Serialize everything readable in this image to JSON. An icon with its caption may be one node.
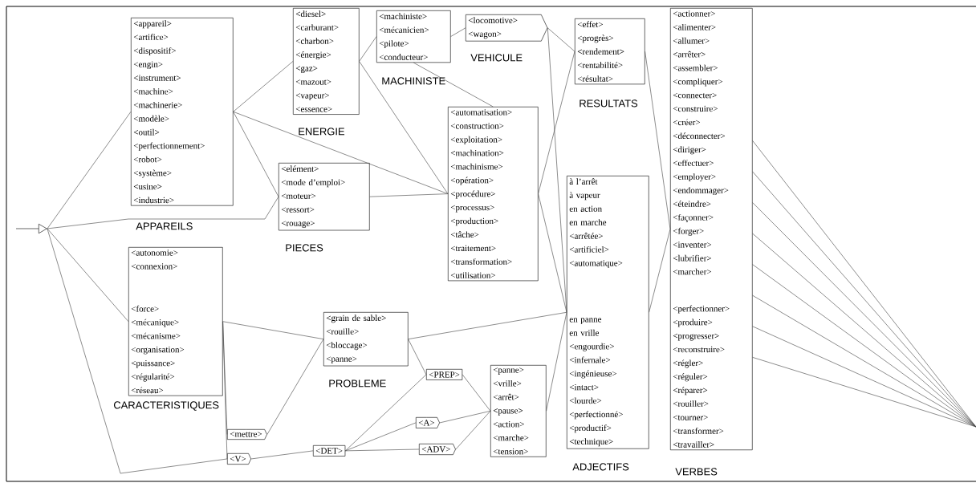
{
  "diagram": {
    "nodes": [
      {
        "text": [],
        "shape": "triangle"
      },
      {
        "text": [
          "<appareil>",
          "<artifice>",
          "<dispositif>",
          "<engin>",
          "<instrument>",
          "<machine>",
          "<machinerie>",
          "<modèle>",
          "<outil>",
          "<perfectionnement>",
          "<robot>",
          "<système>",
          "<usine>",
          "<industrie>"
        ],
        "beside": [
          "APPAREILS"
        ]
      },
      {
        "text": [
          "<diesel>",
          "<carburant>",
          "<charbon>",
          "<énergie>",
          "<gaz>",
          "<mazout>",
          "<vapeur>",
          "<essence>"
        ],
        "beside": [
          "ENERGIE"
        ]
      },
      {
        "text": [
          "<machiniste>",
          "<mécanicien>",
          "<pilote>",
          "<conducteur>"
        ],
        "beside": [
          "MACHINISTE"
        ]
      },
      {
        "text": [
          "<locomotive>",
          "<wagon>"
        ],
        "beside": [
          "VEHICULE"
        ]
      },
      {
        "text": [
          "<effet>",
          "<progrès>",
          "<rendement>",
          "<rentabilité>",
          "<résultat>"
        ],
        "beside": [
          "RESULTATS"
        ]
      },
      {
        "text": [
          "<actionner>",
          "<alimenter>",
          "<allumer>",
          "<arrêter>",
          "<assembler>",
          "<compliquer>",
          "<connecter>",
          "<construire>",
          "<créer>",
          "<déconnecter>",
          "<diriger>",
          "<effectuer>",
          "<employer>",
          "<endommager>",
          "<éteindre>",
          "<façonner>",
          "<forger>",
          "<inventer>",
          "<lubrifier>",
          "<marcher>",
          "<perfectionner>",
          "<produire>",
          "<progresser>",
          "<reconstruire>",
          "<régler>",
          "<réguler>",
          "<réparer>",
          "<rouiller>",
          "<tourner>",
          "<transformer>",
          "<travailler>"
        ],
        "beside": [
          "VERBES"
        ]
      },
      {
        "text": [
          "<automatisation>",
          "<construction>",
          "<exploitation>",
          "<machination>",
          "<machinisme>",
          "<opération>",
          "<procédure>",
          "<processus>",
          "<production>",
          "<tâche>",
          "<traitement>",
          "<transformation>",
          "<utilisation>"
        ]
      },
      {
        "text": [
          "à l’arrêt",
          "à vapeur",
          "en action",
          "en marche",
          "<arrêtée>",
          "<artificiel>",
          "<automatique>",
          "en panne",
          "en vrille",
          "<engourdie>",
          "<infernale>",
          "<ingénieuse>",
          "<intact>",
          "<lourde>",
          "<perfectionné>",
          "<productif>",
          "<technique>"
        ],
        "beside": [
          "ADJECTIFS"
        ]
      },
      {
        "text": [
          "<elément>",
          "<mode d’emploi>",
          "<moteur>",
          "<ressort>",
          "<rouage>"
        ],
        "beside": [
          "PIECES"
        ]
      },
      {
        "text": [
          "<autonomie>",
          "<connexion>",
          "<force>",
          "<mécanique>",
          "<mécanisme>",
          "<organisation>",
          "<puissance>",
          "<régularité>",
          "<réseau>"
        ],
        "beside": [
          "CARACTERISTIQUES"
        ]
      },
      {
        "text": [
          "<grain de sable>",
          "<rouille>",
          "<bloccage>",
          "<panne>"
        ],
        "beside": [
          "PROBLEME"
        ]
      },
      {
        "text": [
          "<mettre>"
        ]
      },
      {
        "text": [
          "<V>"
        ]
      },
      {
        "text": [
          "<DET>"
        ]
      },
      {
        "text": [
          "<PREP>"
        ]
      },
      {
        "text": [
          "<A>"
        ]
      },
      {
        "text": [
          "<ADV>"
        ]
      },
      {
        "text": [
          "<panne>",
          "<vrille>",
          "<arrêt>",
          "<pause>",
          "<action>",
          "<marche>",
          "<tension>"
        ]
      }
    ],
    "edges": [
      {
        "from": 0,
        "to": 1,
        "arrow": "none"
      },
      {
        "from": 0,
        "to": 9,
        "arrow": "none"
      },
      {
        "from": 0,
        "to": 10,
        "arrow": "none"
      },
      {
        "from": 0,
        "to": 13,
        "arrow": "none"
      },
      {
        "from": 1,
        "to": 2,
        "arrow": "none"
      },
      {
        "from": 1,
        "to": 7,
        "arrow": "none"
      },
      {
        "from": 1,
        "to": 9,
        "arrow": "none"
      },
      {
        "from": 2,
        "to": 7,
        "arrow": "none"
      },
      {
        "from": 2,
        "to": 3,
        "arrow": "none"
      },
      {
        "from": 3,
        "to": 4,
        "arrow": "none"
      },
      {
        "from": 3,
        "to": 7,
        "arrow": "none"
      },
      {
        "from": 4,
        "to": 5,
        "arrow": "none"
      },
      {
        "from": 4,
        "to": 8,
        "arrow": "none"
      },
      {
        "from": 5,
        "to": 6,
        "arrow": "none"
      },
      {
        "from": 7,
        "to": 8,
        "arrow": "none"
      },
      {
        "from": 7,
        "to": 5,
        "arrow": "none"
      },
      {
        "from": 9,
        "to": 7,
        "arrow": "none"
      },
      {
        "from": 10,
        "to": 12,
        "arrow": "none"
      },
      {
        "from": 10,
        "to": 13,
        "arrow": "none"
      },
      {
        "from": 10,
        "to": 11,
        "arrow": "none"
      },
      {
        "from": 11,
        "to": 8,
        "arrow": "none"
      },
      {
        "from": 11,
        "to": 15,
        "arrow": "none"
      },
      {
        "from": 12,
        "to": 11,
        "arrow": "none"
      },
      {
        "from": 13,
        "to": 14,
        "arrow": "none"
      },
      {
        "from": 14,
        "to": 15,
        "arrow": "none"
      },
      {
        "from": 14,
        "to": 16,
        "arrow": "none"
      },
      {
        "from": 14,
        "to": 17,
        "arrow": "none"
      },
      {
        "from": 15,
        "to": 18,
        "arrow": "none"
      },
      {
        "from": 16,
        "to": 18,
        "arrow": "none"
      },
      {
        "from": 17,
        "to": 18,
        "arrow": "none"
      },
      {
        "from": 18,
        "to": 8,
        "arrow": "none"
      },
      {
        "from": 8,
        "to": 6,
        "arrow": "none"
      },
      {
        "from": 6,
        "to": null,
        "arrow": "none"
      },
      {
        "from": 6,
        "to": null,
        "arrow": "none"
      },
      {
        "from": 6,
        "to": null,
        "arrow": "none"
      },
      {
        "from": 6,
        "to": null,
        "arrow": "none"
      },
      {
        "from": 6,
        "to": null,
        "arrow": "none"
      },
      {
        "from": 6,
        "to": null,
        "arrow": "none"
      },
      {
        "from": 6,
        "to": null,
        "arrow": "none"
      },
      {
        "from": 6,
        "to": null,
        "arrow": "none"
      }
    ]
  }
}
